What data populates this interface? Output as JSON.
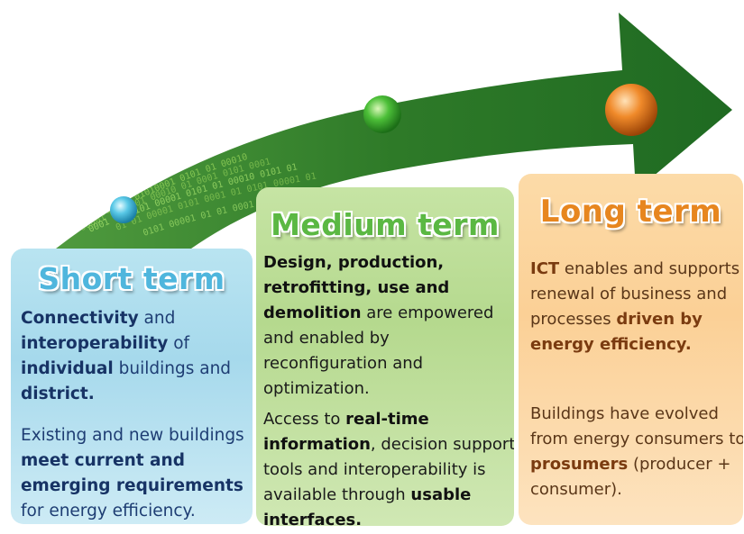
{
  "colors": {
    "short_bg": "#a6d9ec",
    "medium_bg": "#b5d98e",
    "long_bg": "#fbd096",
    "arrow": "#2f7d2a",
    "short_title": "#4fb6dd",
    "medium_title": "#5bb843",
    "long_title": "#e7861f"
  },
  "arrow": {
    "binary_lines": [
      "01 0101 00001 01 01010001 0101 01 00010",
      "1 00001 01 0101 00010 01 0001 0101 0001",
      "0001 01 0101 00001 0101 01 00010 0101 01",
      "01 01 00001 0101 0001 01 0101 00001 01",
      "0101 00001 01 01 0001 0101 00010 01 0101"
    ]
  },
  "panels": {
    "short": {
      "title": "Short term",
      "p1": [
        {
          "t": "Connectivity",
          "b": true
        },
        {
          "t": " and ",
          "b": false
        },
        {
          "t": "interoperability",
          "b": true
        },
        {
          "t": " of ",
          "b": false
        },
        {
          "t": "individual",
          "b": true
        },
        {
          "t": " buildings and ",
          "b": false
        },
        {
          "t": "district.",
          "b": true
        }
      ],
      "p2": [
        {
          "t": "Existing and new buildings ",
          "b": false
        },
        {
          "t": "meet current and emerging requirements",
          "b": true
        },
        {
          "t": " for energy efficiency.",
          "b": false
        }
      ]
    },
    "medium": {
      "title": "Medium term",
      "p1": [
        {
          "t": "Design, production, retrofitting, use and demolition",
          "b": true
        },
        {
          "t": " are empowered and enabled by reconfiguration and optimization.",
          "b": false
        }
      ],
      "p2": [
        {
          "t": "Access to ",
          "b": false
        },
        {
          "t": "real-time information",
          "b": true
        },
        {
          "t": ", decision support tools and interoperability is available through ",
          "b": false
        },
        {
          "t": "usable interfaces.",
          "b": true
        }
      ]
    },
    "long": {
      "title": "Long term",
      "p1": [
        {
          "t": "ICT",
          "b": true
        },
        {
          "t": " enables and supports renewal of business and processes ",
          "b": false
        },
        {
          "t": "driven by energy efficiency.",
          "b": true
        }
      ],
      "p2": [
        {
          "t": "Buildings have evolved from energy consumers to ",
          "b": false
        },
        {
          "t": "prosumers",
          "b": true
        },
        {
          "t": " (producer + consumer).",
          "b": false
        }
      ]
    }
  }
}
